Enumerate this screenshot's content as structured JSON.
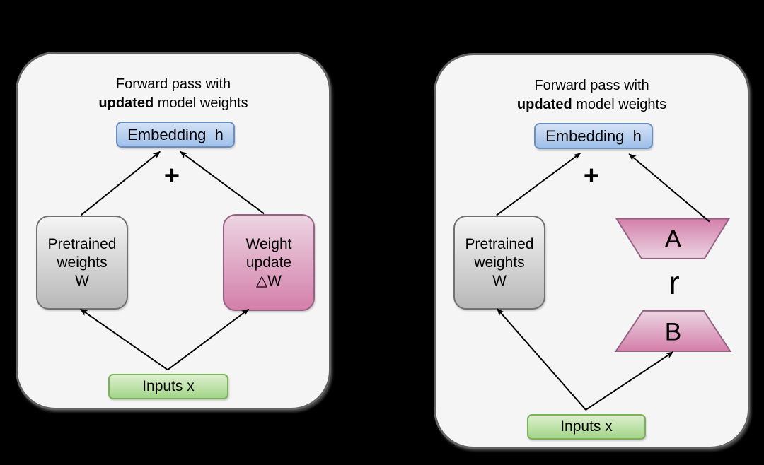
{
  "panels": [
    {
      "id": "full-finetuning",
      "title": {
        "line1": "Forward pass with",
        "bold": "updated",
        "rest": " model weights"
      },
      "embedding": {
        "label": "Embedding  h"
      },
      "plus": "+",
      "pretrained": {
        "lines": [
          "Pretrained",
          "weights",
          "W"
        ]
      },
      "weight_update": {
        "lines": [
          "Weight",
          "update",
          "△W"
        ]
      },
      "inputs": {
        "label": "Inputs x"
      }
    },
    {
      "id": "lora",
      "title": {
        "line1": "Forward pass with",
        "bold": "updated",
        "rest": " model weights"
      },
      "embedding": {
        "label": "Embedding  h"
      },
      "plus": "+",
      "pretrained": {
        "lines": [
          "Pretrained",
          "weights",
          "W"
        ]
      },
      "lora_a": {
        "label": "A"
      },
      "rank": {
        "label": "r"
      },
      "lora_b": {
        "label": "B"
      },
      "inputs": {
        "label": "Inputs x"
      }
    }
  ],
  "colors": {
    "panel_fill": "#F5F5F5",
    "panel_border": "#636363",
    "text": "#000000",
    "arrow": "#000000",
    "embedding_top": "#D4E2F6",
    "embedding_bottom": "#9DBFE9",
    "embedding_border": "#6C8EBF",
    "gray_top": "#F4F4F4",
    "gray_bottom": "#B8B8B8",
    "gray_border": "#707070",
    "pink_top": "#ECD5E2",
    "pink_bottom": "#D47FAA",
    "pink_border": "#966283",
    "green_top": "#DCEFCE",
    "green_bottom": "#A2D587",
    "green_border": "#7EB15C"
  }
}
